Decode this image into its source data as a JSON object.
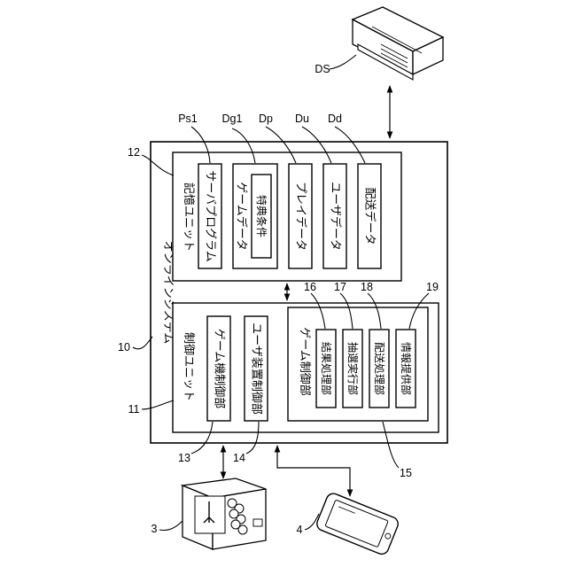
{
  "system": {
    "label": "オンラインシステム",
    "ref": "10"
  },
  "storage_unit": {
    "label": "記憶ユニット",
    "ref": "12",
    "items": [
      {
        "label": "サーバプログラム",
        "ref": "Ps1"
      },
      {
        "label": "ゲームデータ",
        "ref": "Dg1",
        "sub_label": "特典条件"
      },
      {
        "label": "プレイデータ",
        "ref": "Dp"
      },
      {
        "label": "ユーザデータ",
        "ref": "Du"
      },
      {
        "label": "配送データ",
        "ref": "Dd"
      }
    ]
  },
  "control_unit": {
    "label": "制御ユニット",
    "ref": "11",
    "game_machine_control": {
      "label": "ゲーム機制御部",
      "ref": "13"
    },
    "user_device_control": {
      "label": "ユーザ装置制御部",
      "ref": "14"
    },
    "game_control": {
      "label": "ゲーム制御部",
      "ref": "15",
      "subunits": [
        {
          "label": "結果処理部",
          "ref": "16"
        },
        {
          "label": "抽選実行部",
          "ref": "17"
        },
        {
          "label": "配送処理部",
          "ref": "18"
        },
        {
          "label": "情報提供部",
          "ref": "19"
        }
      ]
    }
  },
  "external": {
    "server_ref": "DS",
    "game_machine_ref": "3",
    "user_device_ref": "4"
  }
}
